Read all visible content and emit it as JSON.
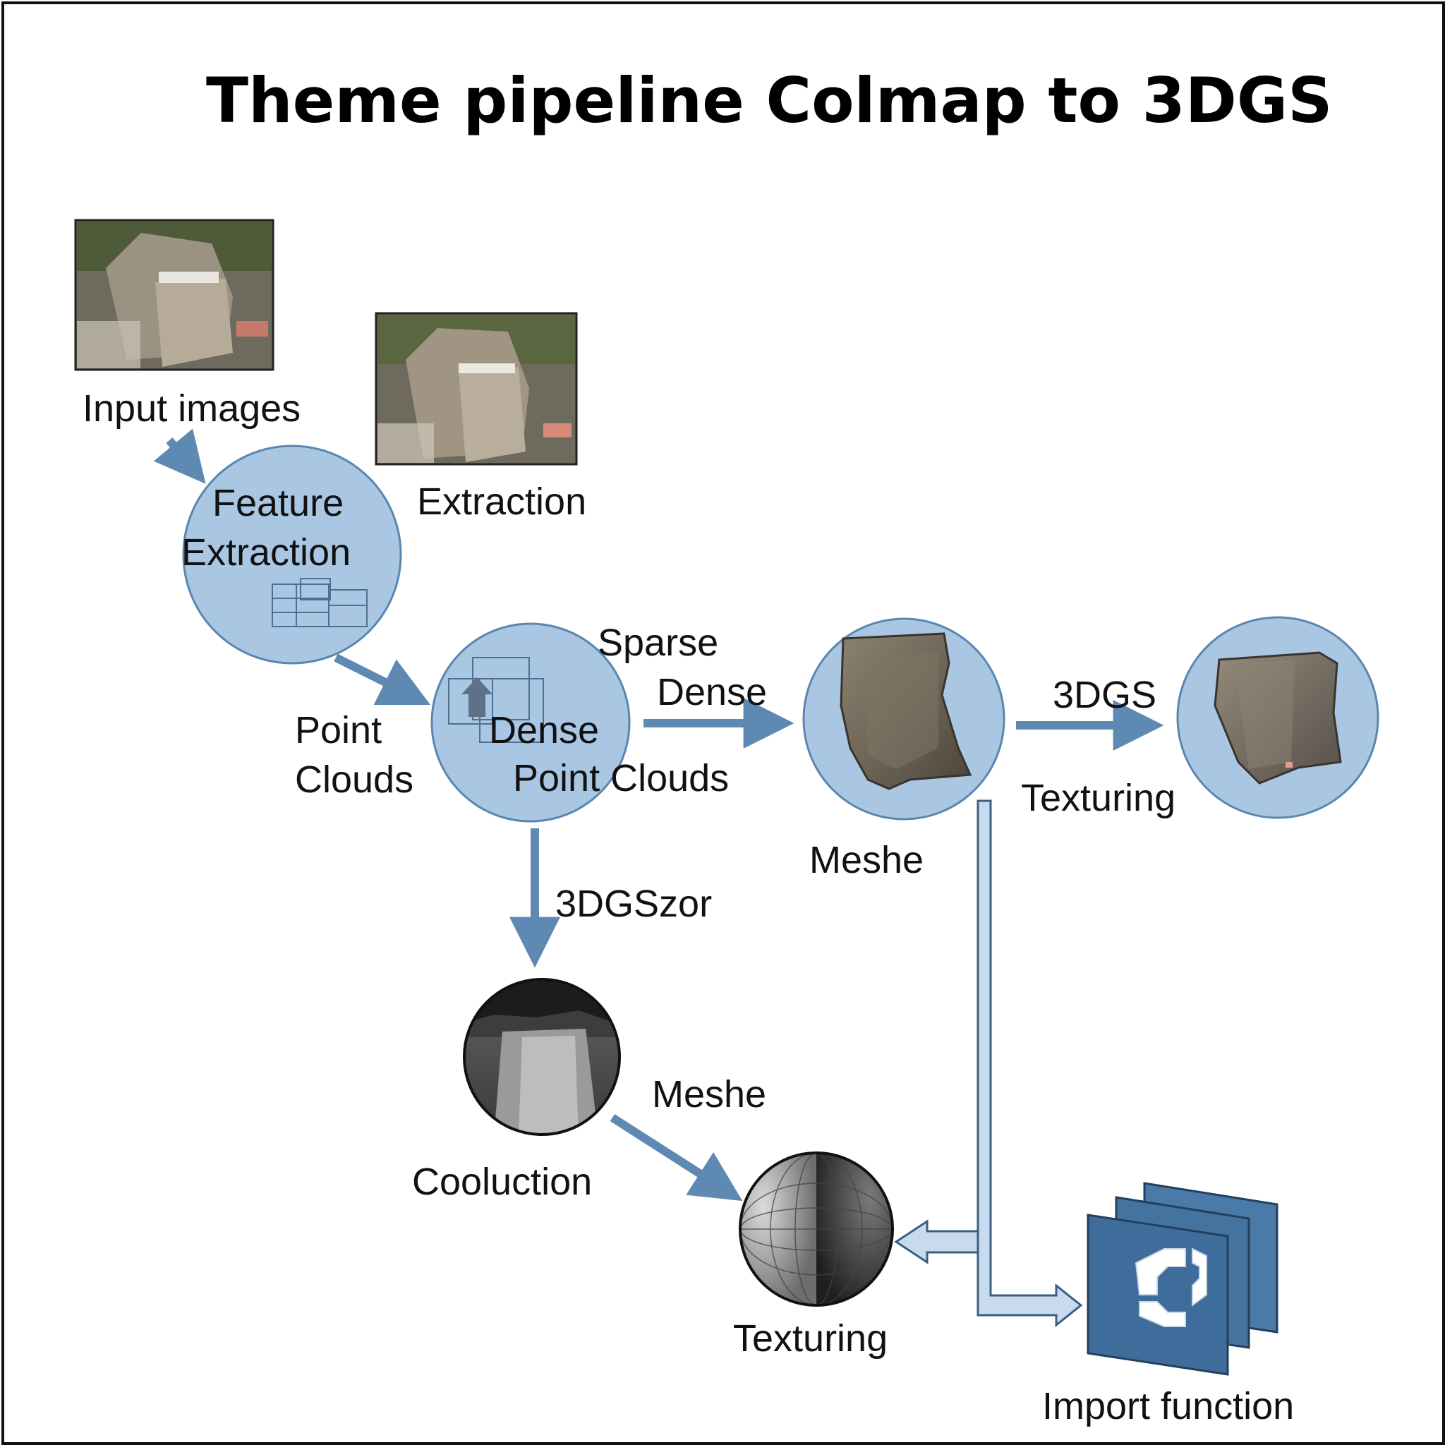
{
  "title": "Theme pipeline Colmap to 3DGS",
  "labels": {
    "input_images": "Input images",
    "extraction_top": "Extraction",
    "feature_line1": "Feature",
    "feature_line2": "Extraction",
    "point_line1": "Point",
    "point_line2": "Clouds",
    "sparse": "Sparse",
    "dense_arrow": "Dense",
    "dense_line1": "Dense",
    "dense_line2": "Point Clouds",
    "mesh_under": "Meshe",
    "gs_arrow": "3DGS",
    "texturing_right": "Texturing",
    "gszor": "3DGSzor",
    "meshe_lower": "Meshe",
    "cooluction": "Cooluction",
    "texturing_bottom": "Texturing",
    "import_function": "Import function"
  },
  "colors": {
    "node_fill": "#a9c7e2",
    "node_stroke": "#5a86b0",
    "arrow": "#5d89b3",
    "pipe_fill": "#c8dbee",
    "import_fill": "#3f6d9b"
  }
}
